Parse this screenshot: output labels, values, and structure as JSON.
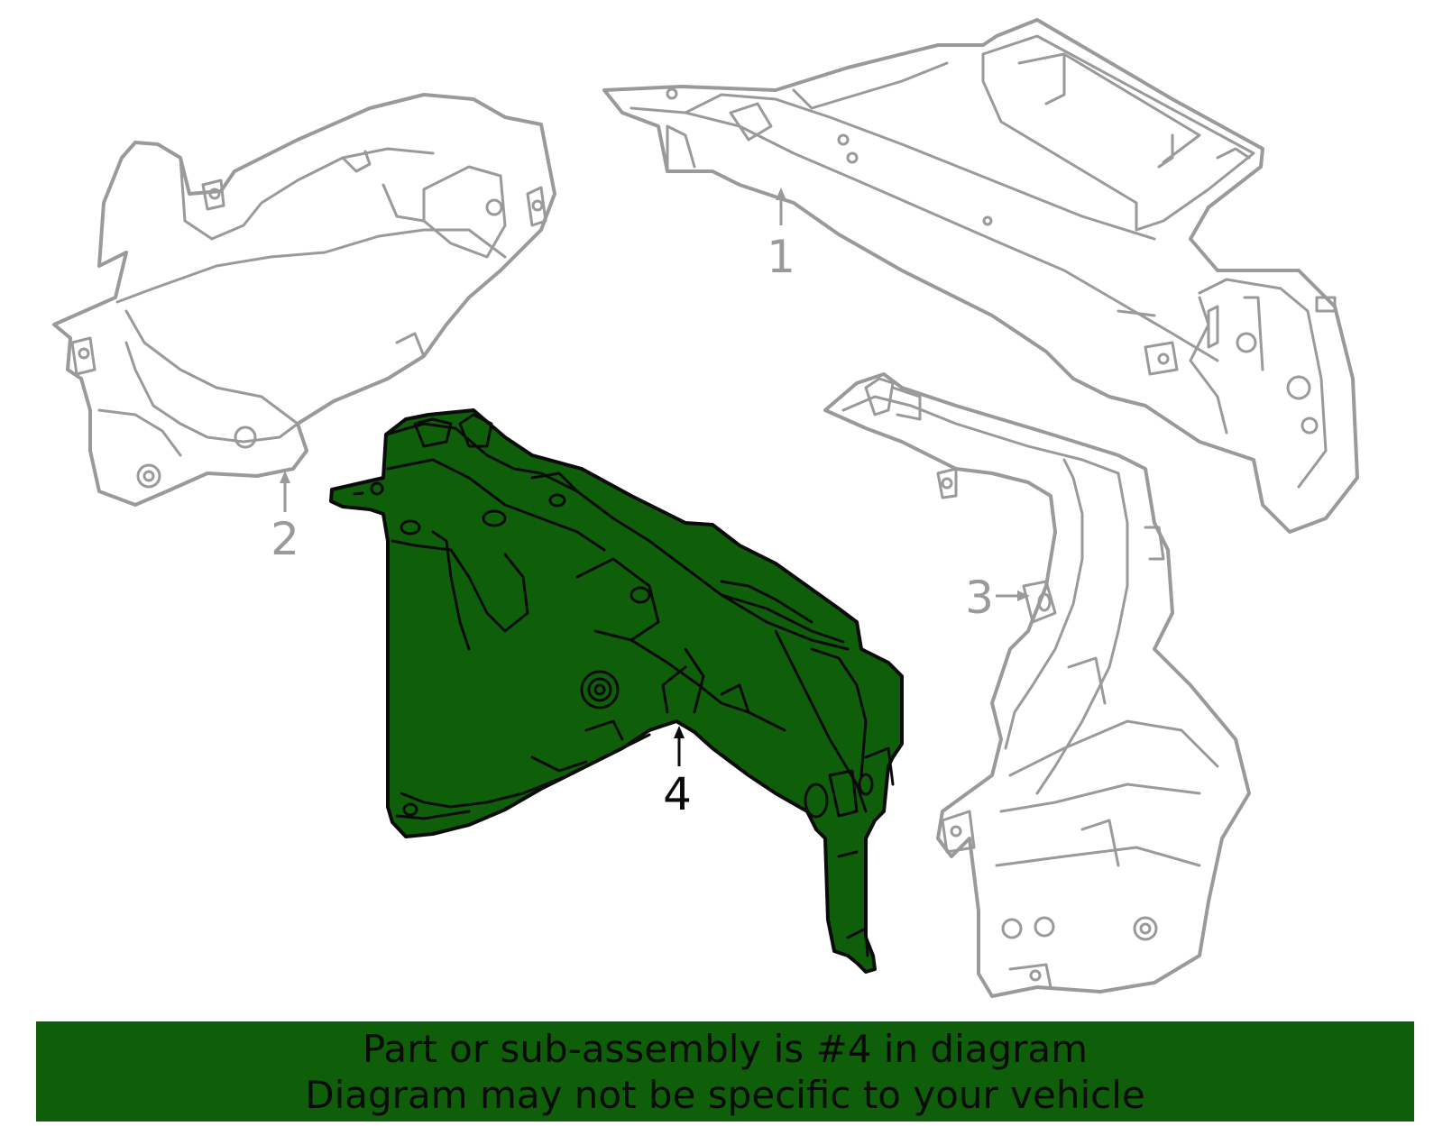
{
  "colors": {
    "highlight_fill": "#0f5f0a",
    "part_outline": "#9a9a9a",
    "highlight_outline": "#0b0b0b",
    "banner_background": "#0f5f0a",
    "banner_text": "#0b0b0b"
  },
  "callouts": [
    {
      "id": "1",
      "label": "1",
      "highlighted": false
    },
    {
      "id": "2",
      "label": "2",
      "highlighted": false
    },
    {
      "id": "3",
      "label": "3",
      "highlighted": false
    },
    {
      "id": "4",
      "label": "4",
      "highlighted": true
    }
  ],
  "banner": {
    "line1": "Part or sub-assembly is #4 in diagram",
    "line2": "Diagram may not be specific to your vehicle"
  }
}
